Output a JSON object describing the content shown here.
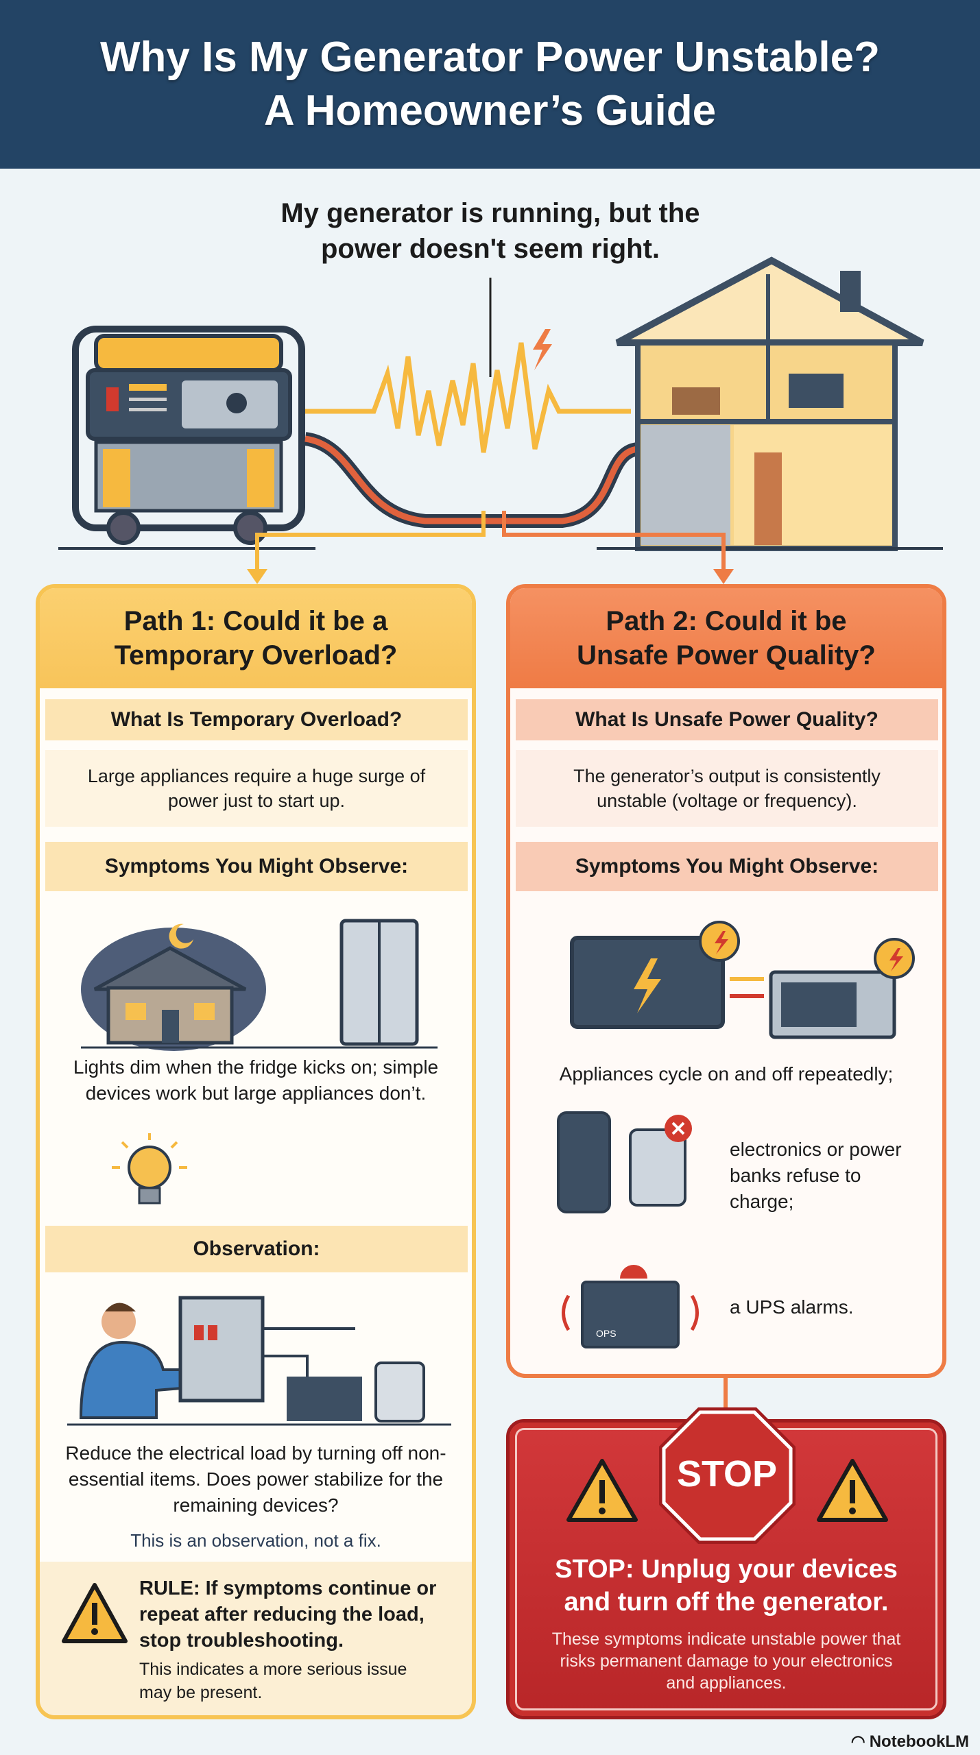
{
  "header": {
    "title_line1": "Why Is My Generator Power Unstable?",
    "title_line2": "A Homeowner’s Guide"
  },
  "intro": {
    "line1": "My generator is running, but the",
    "line2": "power doesn't seem right."
  },
  "path1": {
    "title_line1": "Path 1: Could it be a",
    "title_line2": "Temporary Overload?",
    "what_heading": "What Is Temporary Overload?",
    "what_text": "Large appliances require a huge surge of power just to start up.",
    "symptoms_heading": "Symptoms You Might Observe:",
    "symptom_text": "Lights dim when the fridge kicks on; simple devices work but large appliances don’t.",
    "observation_heading": "Observation:",
    "observation_text": "Reduce the electrical load by turning off non-essential items. Does power stabilize for the remaining devices?",
    "observation_note": "This is an observation, not a fix.",
    "rule_text": "RULE: If symptoms continue or repeat after reducing the load, stop troubleshooting.",
    "rule_note": "This indicates a more serious issue may be present."
  },
  "path2": {
    "title_line1": "Path 2: Could it be",
    "title_line2": "Unsafe Power Quality?",
    "what_heading": "What Is Unsafe Power Quality?",
    "what_text": "The generator’s output is consistently unstable (voltage or frequency).",
    "symptoms_heading": "Symptoms You Might Observe:",
    "symptom1": "Appliances cycle on and off repeatedly;",
    "symptom2": "electronics or power banks refuse to charge;",
    "symptom3": "a UPS alarms.",
    "ups_label": "OPS"
  },
  "stop": {
    "sign": "STOP",
    "title": "STOP: Unplug your devices and turn off the generator.",
    "body": "These symptoms indicate unstable power that risks permanent damage to your electronics and appliances."
  },
  "brand": "NotebookLM",
  "colors": {
    "header": "#234465",
    "path1": "#f7c453",
    "path2": "#ee7c45",
    "stop": "#c8302d"
  }
}
